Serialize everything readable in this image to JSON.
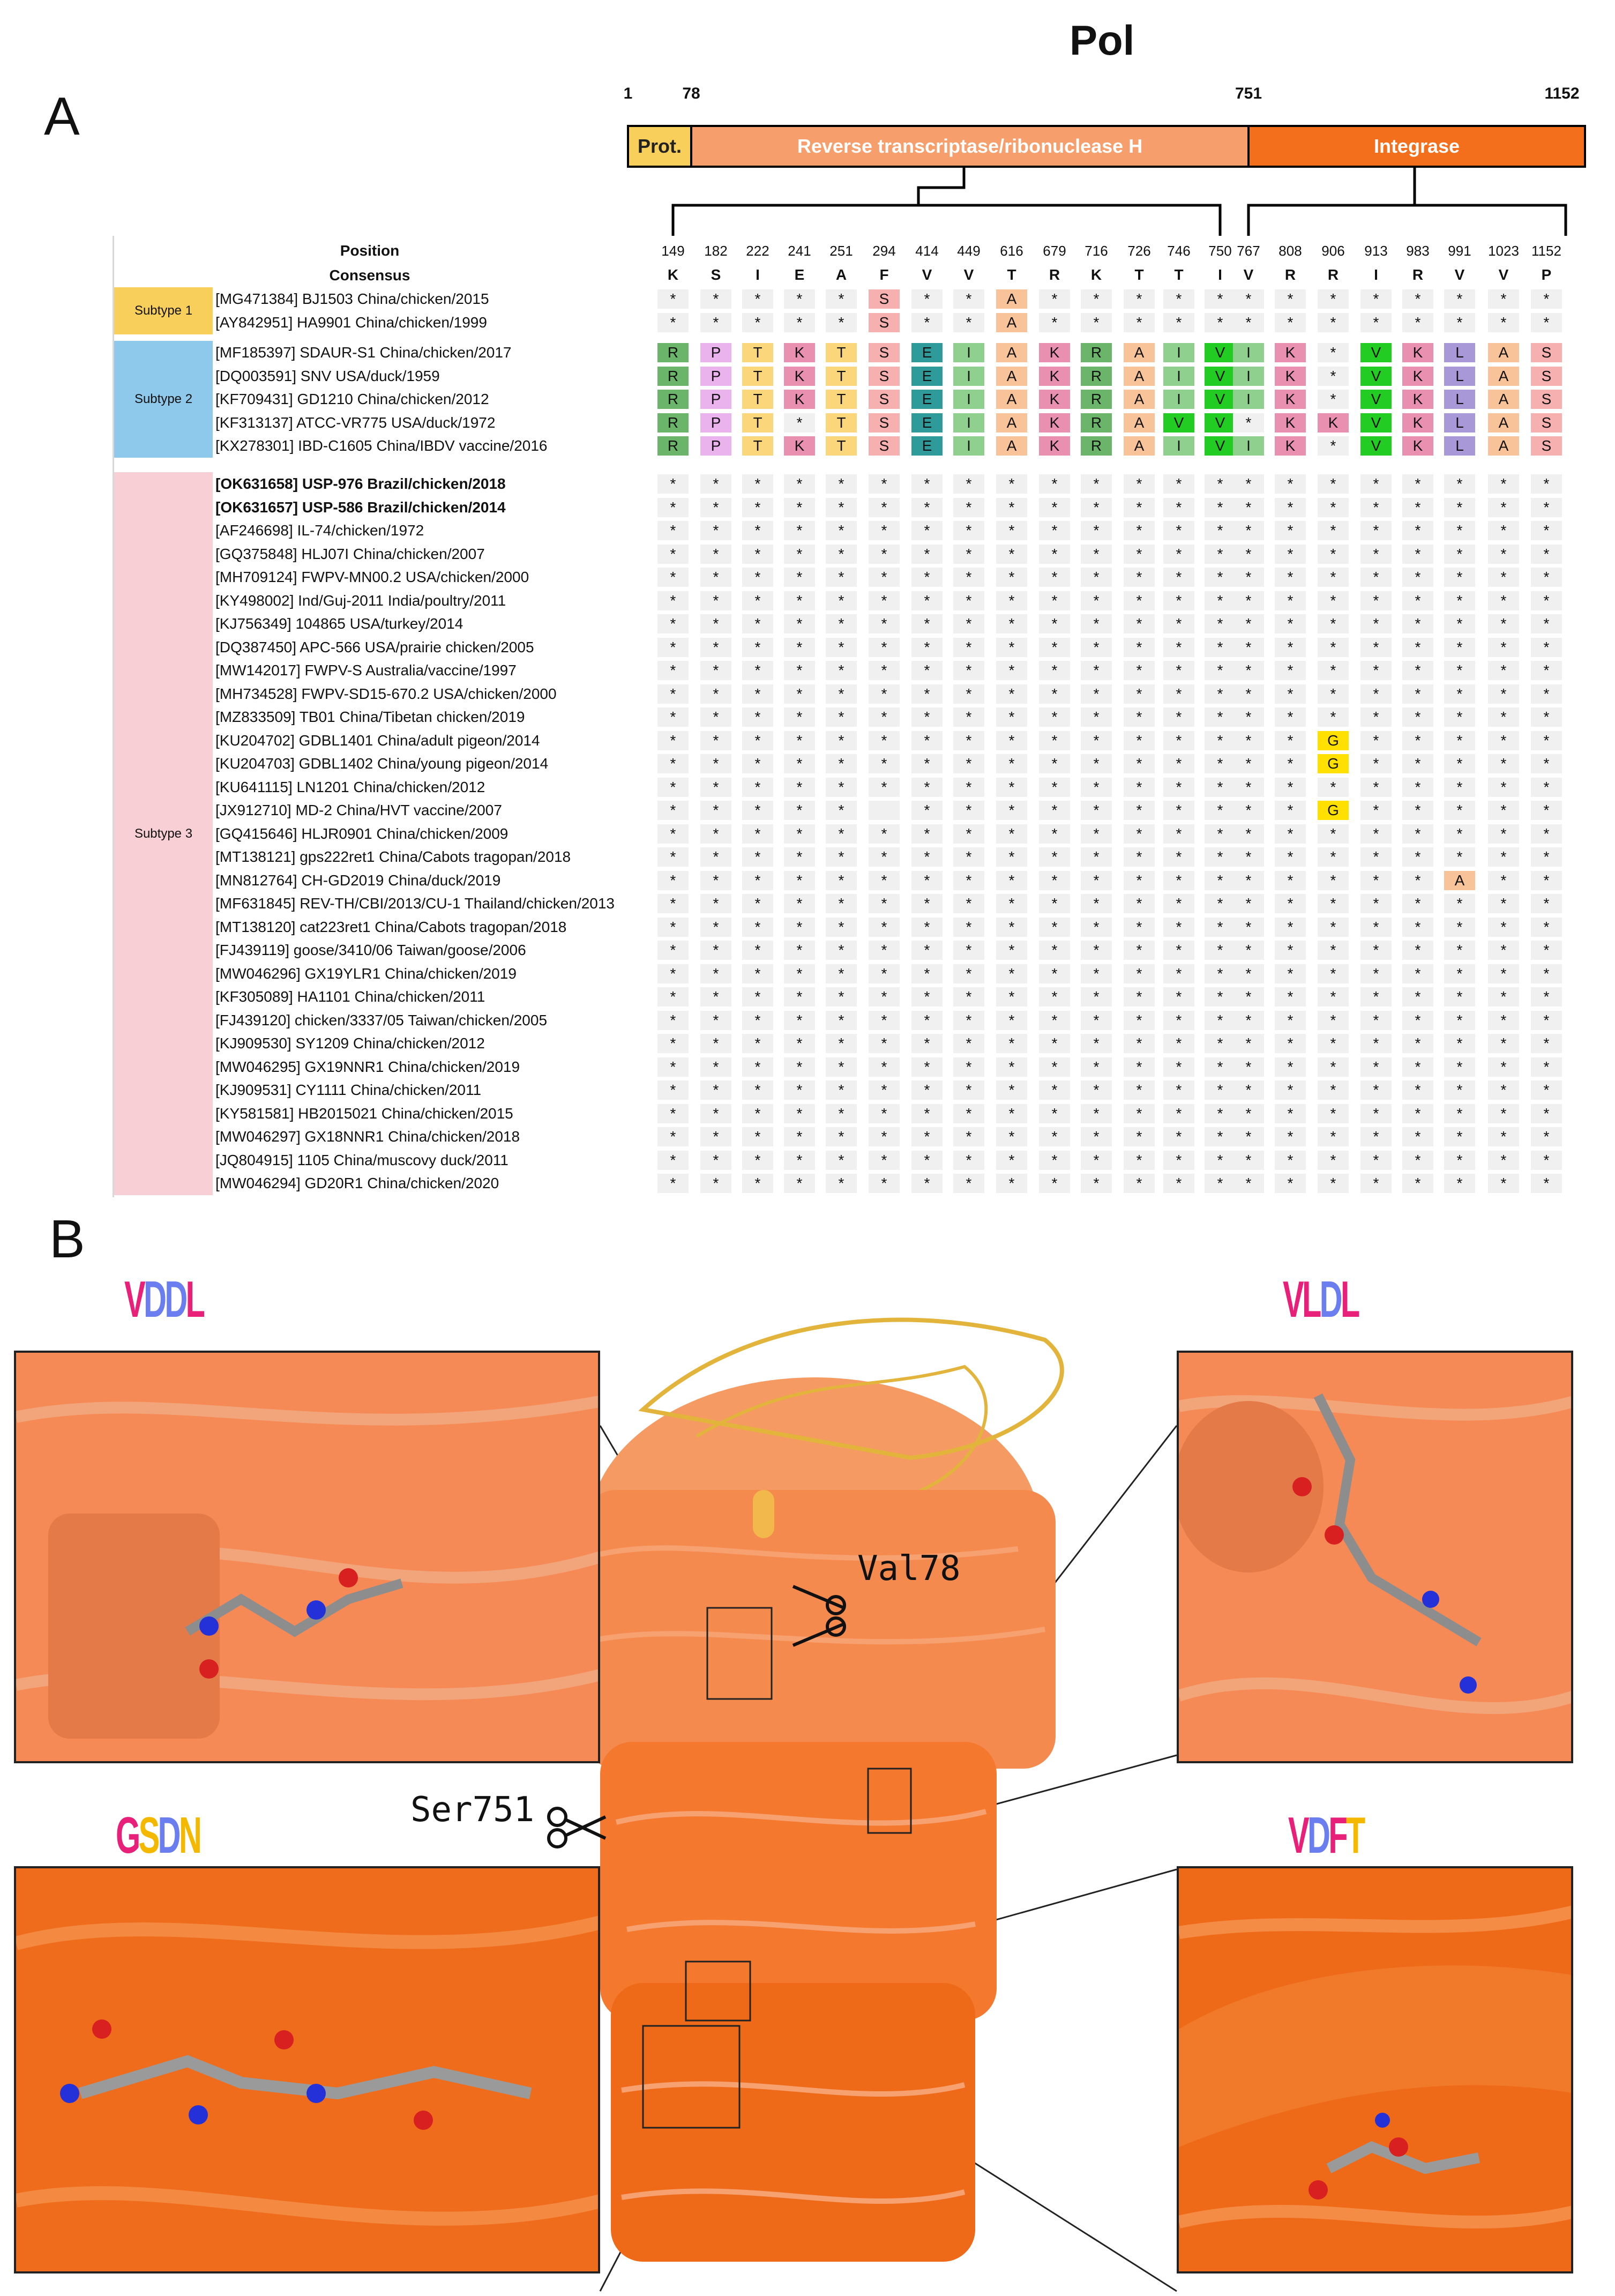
{
  "title": "Pol",
  "panels": {
    "a": "A",
    "b": "B"
  },
  "domains": {
    "positions": [
      "1",
      "78",
      "751",
      "1152"
    ],
    "prot": "Prot.",
    "rt": "Reverse transcriptase/ribonuclease H",
    "int": "Integrase",
    "colors": {
      "prot": "#f9cf5c",
      "rt": "#f79f6c",
      "int": "#f36f1c"
    }
  },
  "table": {
    "position_label": "Position",
    "consensus_label": "Consensus",
    "positions": [
      "149",
      "182",
      "222",
      "241",
      "251",
      "294",
      "414",
      "449",
      "616",
      "679",
      "716",
      "726",
      "746",
      "750",
      "767",
      "808",
      "906",
      "913",
      "983",
      "991",
      "1023",
      "1152"
    ],
    "consensus": [
      "K",
      "S",
      "I",
      "E",
      "A",
      "F",
      "V",
      "V",
      "T",
      "R",
      "K",
      "T",
      "T",
      "I",
      "V",
      "R",
      "R",
      "I",
      "R",
      "V",
      "V",
      "P"
    ],
    "subtypes": [
      {
        "label": "Subtype 1",
        "color": "#f9cf5c"
      },
      {
        "label": "Subtype 2",
        "color": "#8ec8ea"
      },
      {
        "label": "Subtype 3",
        "color": "#f9cfd6"
      }
    ],
    "rows": [
      {
        "g": 0,
        "name": "[MG471384] BJ1503 China/chicken/2015",
        "bold": false,
        "cells": [
          "*",
          "*",
          "*",
          "*",
          "*",
          "S",
          "*",
          "*",
          "A",
          "*",
          "*",
          "*",
          "*",
          "*",
          "*",
          "*",
          "*",
          "*",
          "*",
          "*",
          "*",
          "*"
        ]
      },
      {
        "g": 0,
        "name": "[AY842951] HA9901 China/chicken/1999",
        "bold": false,
        "cells": [
          "*",
          "*",
          "*",
          "*",
          "*",
          "S",
          "*",
          "*",
          "A",
          "*",
          "*",
          "*",
          "*",
          "*",
          "*",
          "*",
          "*",
          "*",
          "*",
          "*",
          "*",
          "*"
        ]
      },
      {
        "g": 1,
        "name": "[MF185397] SDAUR-S1 China/chicken/2017",
        "bold": false,
        "cells": [
          "R",
          "P",
          "T",
          "K",
          "T",
          "S",
          "E",
          "I",
          "A",
          "K",
          "R",
          "A",
          "I",
          "V",
          "I",
          "K",
          "*",
          "V",
          "K",
          "L",
          "A",
          "S"
        ]
      },
      {
        "g": 1,
        "name": "[DQ003591] SNV USA/duck/1959",
        "bold": false,
        "cells": [
          "R",
          "P",
          "T",
          "K",
          "T",
          "S",
          "E",
          "I",
          "A",
          "K",
          "R",
          "A",
          "I",
          "V",
          "I",
          "K",
          "*",
          "V",
          "K",
          "L",
          "A",
          "S"
        ]
      },
      {
        "g": 1,
        "name": "[KF709431] GD1210 China/chicken/2012",
        "bold": false,
        "cells": [
          "R",
          "P",
          "T",
          "K",
          "T",
          "S",
          "E",
          "I",
          "A",
          "K",
          "R",
          "A",
          "I",
          "V",
          "I",
          "K",
          "*",
          "V",
          "K",
          "L",
          "A",
          "S"
        ]
      },
      {
        "g": 1,
        "name": "[KF313137] ATCC-VR775 USA/duck/1972",
        "bold": false,
        "cells": [
          "R",
          "P",
          "T",
          "*",
          "T",
          "S",
          "E",
          "I",
          "A",
          "K",
          "R",
          "A",
          "V",
          "V",
          "*",
          "K",
          "K",
          "V",
          "K",
          "L",
          "A",
          "S"
        ]
      },
      {
        "g": 1,
        "name": "[KX278301] IBD-C1605 China/IBDV vaccine/2016",
        "bold": false,
        "cells": [
          "R",
          "P",
          "T",
          "K",
          "T",
          "S",
          "E",
          "I",
          "A",
          "K",
          "R",
          "A",
          "I",
          "V",
          "I",
          "K",
          "*",
          "V",
          "K",
          "L",
          "A",
          "S"
        ]
      },
      {
        "g": 2,
        "name": "[OK631658] USP-976 Brazil/chicken/2018",
        "bold": true,
        "cells": []
      },
      {
        "g": 2,
        "name": "[OK631657] USP-586 Brazil/chicken/2014",
        "bold": true,
        "cells": []
      },
      {
        "g": 2,
        "name": "[AF246698] IL-74/chicken/1972",
        "bold": false,
        "cells": []
      },
      {
        "g": 2,
        "name": "[GQ375848] HLJ07I China/chicken/2007",
        "bold": false,
        "cells": []
      },
      {
        "g": 2,
        "name": "[MH709124] FWPV-MN00.2 USA/chicken/2000",
        "bold": false,
        "cells": []
      },
      {
        "g": 2,
        "name": "[KY498002] Ind/Guj-2011 India/poultry/2011",
        "bold": false,
        "cells": []
      },
      {
        "g": 2,
        "name": "[KJ756349] 104865 USA/turkey/2014",
        "bold": false,
        "cells": []
      },
      {
        "g": 2,
        "name": "[DQ387450] APC-566 USA/prairie chicken/2005",
        "bold": false,
        "cells": []
      },
      {
        "g": 2,
        "name": "[MW142017] FWPV-S Australia/vaccine/1997",
        "bold": false,
        "cells": []
      },
      {
        "g": 2,
        "name": "[MH734528] FWPV-SD15-670.2 USA/chicken/2000",
        "bold": false,
        "cells": []
      },
      {
        "g": 2,
        "name": "[MZ833509] TB01 China/Tibetan chicken/2019",
        "bold": false,
        "cells": []
      },
      {
        "g": 2,
        "name": "[KU204702] GDBL1401 China/adult pigeon/2014",
        "bold": false,
        "cells": [
          "*",
          "*",
          "*",
          "*",
          "*",
          "*",
          "*",
          "*",
          "*",
          "*",
          "*",
          "*",
          "*",
          "*",
          "*",
          "*",
          "G",
          "*",
          "*",
          "*",
          "*",
          "*"
        ]
      },
      {
        "g": 2,
        "name": "[KU204703] GDBL1402 China/young pigeon/2014",
        "bold": false,
        "cells": [
          "*",
          "*",
          "*",
          "*",
          "*",
          "*",
          "*",
          "*",
          "*",
          "*",
          "*",
          "*",
          "*",
          "*",
          "*",
          "*",
          "G",
          "*",
          "*",
          "*",
          "*",
          "*"
        ]
      },
      {
        "g": 2,
        "name": "[KU641115] LN1201 China/chicken/2012",
        "bold": false,
        "cells": []
      },
      {
        "g": 2,
        "name": "[JX912710] MD-2 China/HVT vaccine/2007",
        "bold": false,
        "cells": [
          "*",
          "*",
          "*",
          "*",
          "*",
          "",
          "*",
          "*",
          "*",
          "*",
          "*",
          "*",
          "*",
          "*",
          "*",
          "*",
          "G",
          "*",
          "*",
          "*",
          "*",
          "*"
        ]
      },
      {
        "g": 2,
        "name": "[GQ415646] HLJR0901 China/chicken/2009",
        "bold": false,
        "cells": []
      },
      {
        "g": 2,
        "name": "[MT138121] gps222ret1 China/Cabots tragopan/2018",
        "bold": false,
        "cells": []
      },
      {
        "g": 2,
        "name": "[MN812764] CH-GD2019 China/duck/2019",
        "bold": false,
        "cells": [
          "*",
          "*",
          "*",
          "*",
          "*",
          "*",
          "*",
          "*",
          "*",
          "*",
          "*",
          "*",
          "*",
          "*",
          "*",
          "*",
          "*",
          "*",
          "*",
          "A",
          "*",
          "*"
        ]
      },
      {
        "g": 2,
        "name": "[MF631845] REV-TH/CBI/2013/CU-1 Thailand/chicken/2013",
        "bold": false,
        "cells": []
      },
      {
        "g": 2,
        "name": "[MT138120] cat223ret1 China/Cabots tragopan/2018",
        "bold": false,
        "cells": []
      },
      {
        "g": 2,
        "name": "[FJ439119] goose/3410/06 Taiwan/goose/2006",
        "bold": false,
        "cells": []
      },
      {
        "g": 2,
        "name": "[MW046296] GX19YLR1 China/chicken/2019",
        "bold": false,
        "cells": []
      },
      {
        "g": 2,
        "name": "[KF305089] HA1101 China/chicken/2011",
        "bold": false,
        "cells": []
      },
      {
        "g": 2,
        "name": "[FJ439120] chicken/3337/05 Taiwan/chicken/2005",
        "bold": false,
        "cells": []
      },
      {
        "g": 2,
        "name": "[KJ909530] SY1209 China/chicken/2012",
        "bold": false,
        "cells": []
      },
      {
        "g": 2,
        "name": "[MW046295] GX19NNR1 China/chicken/2019",
        "bold": false,
        "cells": []
      },
      {
        "g": 2,
        "name": "[KJ909531] CY1111 China/chicken/2011",
        "bold": false,
        "cells": []
      },
      {
        "g": 2,
        "name": "[KY581581] HB2015021 China/chicken/2015",
        "bold": false,
        "cells": []
      },
      {
        "g": 2,
        "name": "[MW046297] GX18NNR1 China/chicken/2018",
        "bold": false,
        "cells": []
      },
      {
        "g": 2,
        "name": "[JQ804915] 1105 China/muscovy duck/2011",
        "bold": false,
        "cells": []
      },
      {
        "g": 2,
        "name": "[MW046294] GD20R1 China/chicken/2020",
        "bold": false,
        "cells": []
      }
    ],
    "residue_colors": {
      "R": "#6ab56a",
      "P": "#eab3ee",
      "T": "#fbd67b",
      "K": "#e98fb0",
      "S": "#f7b0b0",
      "E": "#2f9a9a",
      "I": "#8fd08f",
      "A": "#f9c39a",
      "V": "#22cc22",
      "L": "#a898d8",
      "G": "#ffe000"
    }
  },
  "panel_b": {
    "motifs": {
      "top_left": [
        {
          "c": "V",
          "color": "#e8207a"
        },
        {
          "c": "D",
          "color": "#6b7ef0"
        },
        {
          "c": "D",
          "color": "#6b7ef0"
        },
        {
          "c": "L",
          "color": "#e8207a"
        }
      ],
      "top_right": [
        {
          "c": "V",
          "color": "#e8207a"
        },
        {
          "c": "L",
          "color": "#e8207a"
        },
        {
          "c": "D",
          "color": "#6b7ef0"
        },
        {
          "c": "L",
          "color": "#e8207a"
        }
      ],
      "bottom_left": [
        {
          "c": "G",
          "color": "#e8207a"
        },
        {
          "c": "S",
          "color": "#f5b800"
        },
        {
          "c": "D",
          "color": "#6b7ef0"
        },
        {
          "c": "N",
          "color": "#f5b800"
        }
      ],
      "bottom_right": [
        {
          "c": "V",
          "color": "#e8207a"
        },
        {
          "c": "D",
          "color": "#6b7ef0"
        },
        {
          "c": "F",
          "color": "#e8207a"
        },
        {
          "c": "T",
          "color": "#f5b800"
        }
      ]
    },
    "labels": {
      "val78": "Val78",
      "ser751": "Ser751"
    }
  }
}
